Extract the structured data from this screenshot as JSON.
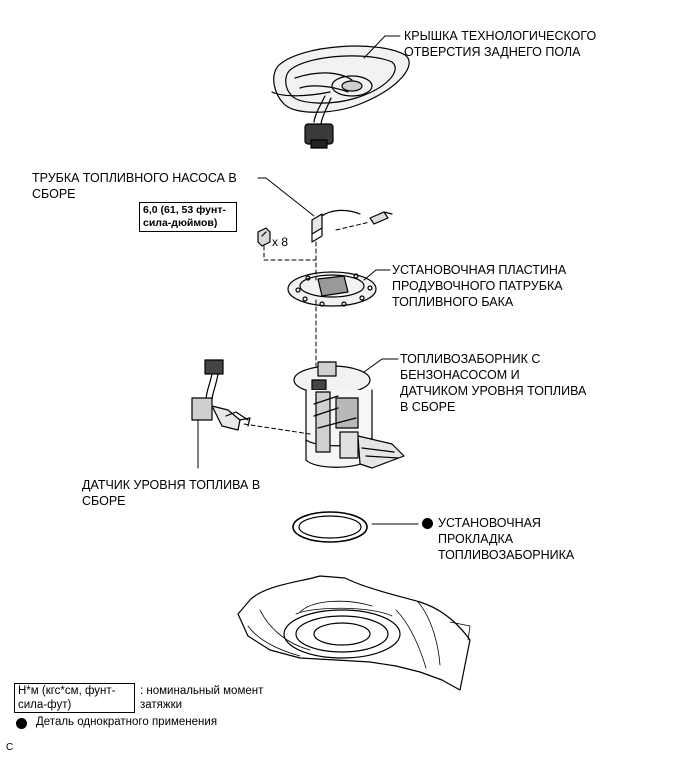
{
  "labels": {
    "cover": "КРЫШКА ТЕХНОЛОГИЧЕСКОГО\nОТВЕРСТИЯ ЗАДНЕГО ПОЛА",
    "tube": "ТРУБКА ТОПЛИВНОГО НАСОСА В\nСБОРЕ",
    "plate": "УСТАНОВОЧНАЯ ПЛАСТИНА\nПРОДУВОЧНОГО ПАТРУБКА\nТОПЛИВНОГО БАКА",
    "pump": "ТОПЛИВОЗАБОРНИК С\nБЕНЗОНАСОСОМ И\nДАТЧИКОМ УРОВНЯ ТОПЛИВА\nВ СБОРЕ",
    "sender": "ДАТЧИК УРОВНЯ ТОПЛИВА В\nСБОРЕ",
    "gasket": "УСТАНОВОЧНАЯ\nПРОКЛАДКА\nТОПЛИВОЗАБОРНИКА"
  },
  "torque": {
    "value": "6,0 (61, 53 фунт-\nсила-дюймов)",
    "count": "x 8"
  },
  "legend": {
    "torque_units": "Н*м (кгс*см, фунт-\nсила-фут)",
    "torque_desc": ": номинальный момент\nзатяжки",
    "single_use": "Деталь однократного применения"
  },
  "corner_mark": "C"
}
